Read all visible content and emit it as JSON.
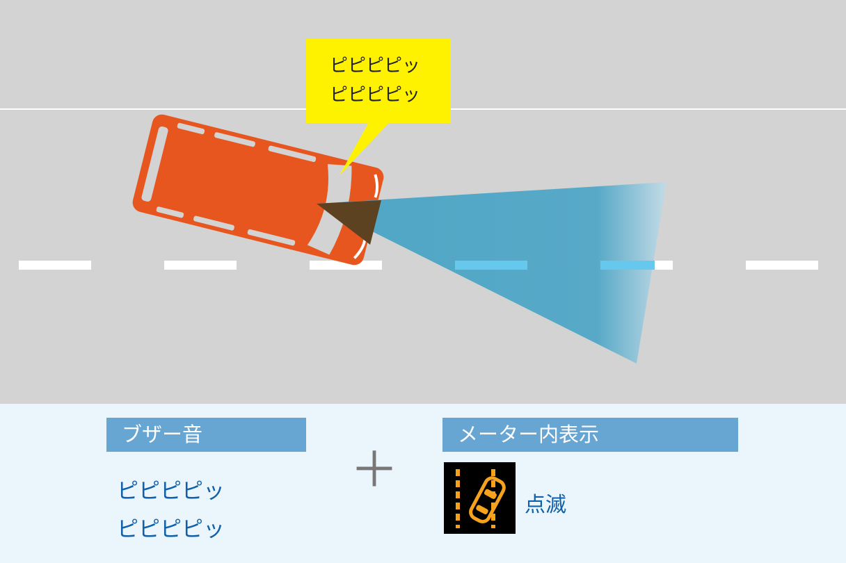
{
  "bubble": {
    "line1": "ピピピピッ",
    "line2": "ピピピピッ"
  },
  "buzzer": {
    "header": "ブザー音",
    "line1": "ピピピピッ",
    "line2": "ピピピピッ"
  },
  "plus": "＋",
  "meter": {
    "header": "メーター内表示",
    "status": "点滅",
    "icon": "lane-departure-warning-icon"
  },
  "colors": {
    "car": "#e8561f",
    "cone": "#4fa6c5",
    "bubble": "#fff200",
    "header": "#67a5d3",
    "text": "#1060aa"
  }
}
